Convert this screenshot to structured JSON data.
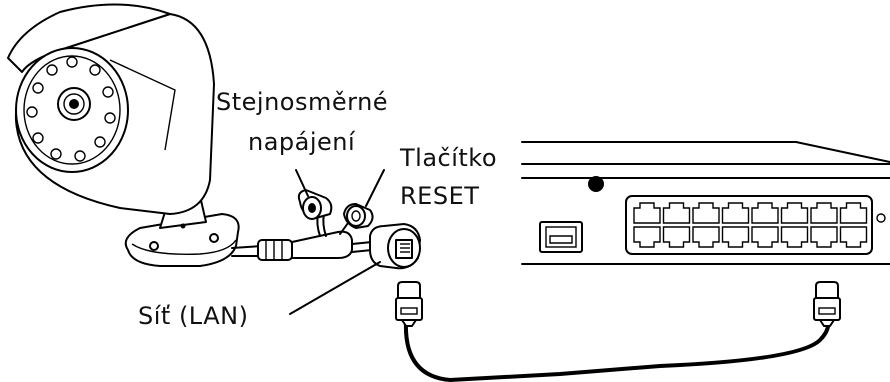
{
  "labels": {
    "dc_power_line1": "Stejnosměrné",
    "dc_power_line2": "napájení",
    "reset_line1": "Tlačítko",
    "reset_line2": "RESET",
    "lan": "Síť (LAN)"
  },
  "switch": {
    "port_rows": 2,
    "ports_per_row": 8
  },
  "colors": {
    "line": "#000000",
    "background": "#ffffff",
    "text": "#111111"
  }
}
